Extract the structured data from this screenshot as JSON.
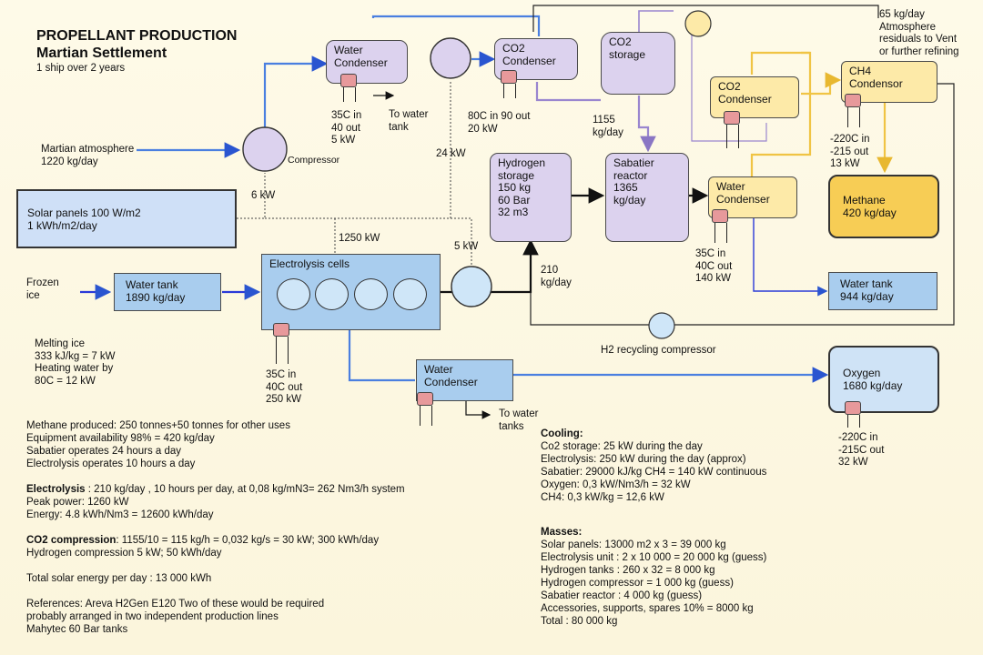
{
  "header": {
    "title": "PROPELLANT PRODUCTION",
    "subtitle": "Martian Settlement",
    "caption": "1 ship over 2 years"
  },
  "boxes": {
    "water_condenser_top": "Water\nCondenser",
    "co2_condenser_top": "CO2\nCondenser",
    "co2_storage": "CO2\nstorage",
    "co2_condenser_right": "CO2\nCondenser",
    "ch4_condensor": "CH4\nCondensor",
    "solar_panels": "Solar panels 100 W/m2\n1 kWh/m2/day",
    "hydrogen_storage": "Hydrogen\nstorage\n150 kg\n60 Bar\n32 m3",
    "sabatier_reactor": "Sabatier\nreactor\n1365\nkg/day",
    "water_condenser_sab": "Water\nCondenser",
    "methane": "Methane\n420 kg/day",
    "water_tank_in": "Water tank\n1890 kg/day",
    "electrolysis_cells": "Electrolysis cells",
    "water_tank_out": "Water tank\n944 kg/day",
    "water_condenser_bottom": "Water\nCondenser",
    "oxygen": "Oxygen\n1680 kg/day"
  },
  "labels": {
    "martian_atmosphere": "Martian atmosphere\n1220 kg/day",
    "compressor": "Compressor",
    "six_kw": "6 kW",
    "twentyfour_kw": "24 kW",
    "wc_top_cooling": "35C in\n40 out\n5 kW",
    "to_water_tank_top": "To water\ntank",
    "co2c_cooling": "80C in 90 out\n20 kW",
    "co2_flow": "1155\nkg/day",
    "vent": "65 kg/day\nAtmosphere\nresiduals to Vent\nor further refining",
    "ch4_cooling": "-220C in\n-215  out\n13 kW",
    "elec_power": "1250 kW",
    "five_kw": "5 kW",
    "h2_flow": "210\nkg/day",
    "frozen_ice": "Frozen\nice",
    "melting": "Melting ice\n333 kJ/kg = 7 kW\nHeating water by\n80C = 12 kW",
    "elec_cooling": "35C in\n40C out\n250 kW",
    "wc_sab_cooling": "35C in\n40C out\n140 kW",
    "h2_recycling": "H2 recycling compressor",
    "to_water_tanks": "To water\ntanks",
    "oxy_cooling": "-220C in\n-215C  out\n32 kW"
  },
  "notes_left": {
    "l1": "Methane produced: 250 tonnes+50 tonnes for other uses",
    "l2": "Equipment availability 98% = 420 kg/day",
    "l3": "Sabatier operates 24 hours a day",
    "l4": "Electrolysis operates 10 hours a day",
    "elec_head": "Electrolysis",
    "elec_text": " : 210 kg/day , 10 hours per day, at 0,08 kg/mN3= 262 Nm3/h system",
    "l5": "Peak power: 1260 kW",
    "l6": "Energy: 4.8 kWh/Nm3 = 12600 kWh/day",
    "co2_head": "CO2 compression",
    "co2_text": ": 1155/10 = 115 kg/h = 0,032 kg/s = 30 kW; 300 kWh/day",
    "l7": "Hydrogen compression 5 kW; 50 kWh/day",
    "l8": "Total solar energy per day : 13 000 kWh",
    "l9": "References: Areva H2Gen E120  Two of these would be required",
    "l10": "probably arranged in two independent production lines",
    "l11": "Mahytec 60 Bar tanks"
  },
  "cooling": {
    "head": "Cooling:",
    "lines": [
      "Co2 storage: 25 kW during the day",
      "Electrolysis: 250 kW during the day (approx)",
      "Sabatier: 29000 kJ/kg CH4 = 140 kW continuous",
      "Oxygen: 0,3 kW/Nm3/h = 32 kW",
      "CH4: 0,3 kW/kg = 12,6 kW"
    ]
  },
  "masses": {
    "head": "Masses:",
    "lines": [
      "Solar panels: 13000 m2 x 3 = 39 000 kg",
      "Electrolysis unit : 2 x 10 000 = 20 000 kg (guess)",
      "Hydrogen tanks : 260 x 32 = 8 000 kg",
      "Hydrogen compressor = 1 000 kg (guess)",
      "Sabatier reactor : 4 000 kg (guess)",
      "Accessories, supports, spares 10% = 8000 kg",
      "Total : 80 000 kg"
    ]
  },
  "colors": {
    "background": "#fdf8e4",
    "purple": "#dcd2ee",
    "blue": "#a9cdee",
    "yellow": "#fdeaa8",
    "methane": "#f7cd55",
    "line_blue": "#4a7fe0",
    "line_purple": "#9a86cf",
    "line_yellow": "#f0c444",
    "exchanger": "#e7999b"
  }
}
